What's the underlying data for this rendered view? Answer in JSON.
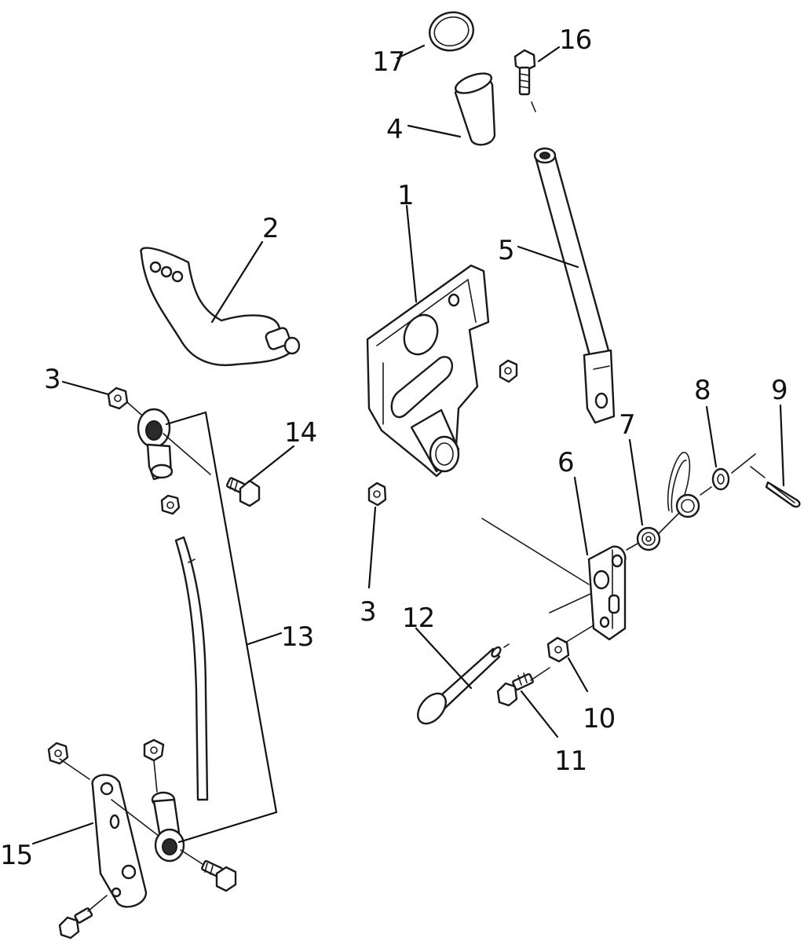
{
  "callouts": {
    "c1": "1",
    "c2": "2",
    "c3a": "3",
    "c3b": "3",
    "c4": "4",
    "c5": "5",
    "c6": "6",
    "c7": "7",
    "c8": "8",
    "c9": "9",
    "c10": "10",
    "c11": "11",
    "c12": "12",
    "c13": "13",
    "c14": "14",
    "c15": "15",
    "c16": "16",
    "c17": "17"
  },
  "colors": {
    "ink": "#1a1a1a",
    "paper": "#ffffff"
  }
}
